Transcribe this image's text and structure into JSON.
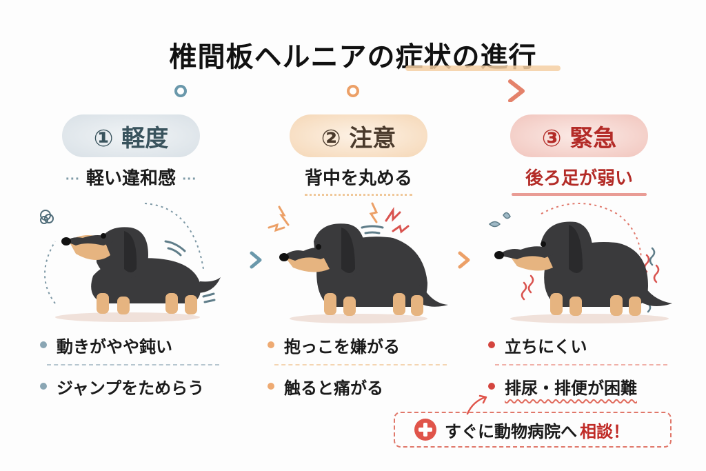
{
  "title": {
    "text": "椎間板ヘルニアの症状の進行",
    "underline_color": "#f5cfa3"
  },
  "timeline": {
    "gradient": [
      "#6a98ab",
      "#f5c99a",
      "#eca067",
      "#e4826b"
    ],
    "nodes": [
      "start",
      "middle"
    ],
    "direction": "right"
  },
  "stages": [
    {
      "number": "①",
      "label": "軽度",
      "pill_text": "① 軽度",
      "subtitle": "軽い違和感",
      "subtitle_decoration": "···",
      "accent_color": "#8aa6b4",
      "illustration": "dachshund-standing-slightly-uneasy",
      "bullets": [
        "動きがやや鈍い",
        "ジャンプをためらう"
      ]
    },
    {
      "number": "②",
      "label": "注意",
      "pill_text": "② 注意",
      "subtitle": "背中を丸める",
      "accent_color": "#eeaa72",
      "illustration": "dachshund-hunched-back-pain",
      "bullets": [
        "抱っこを嫌がる",
        "触ると痛がる"
      ]
    },
    {
      "number": "③",
      "label": "緊急",
      "pill_text": "③ 緊急",
      "subtitle": "後ろ足が弱い",
      "accent_color": "#d4453f",
      "illustration": "dachshund-trembling-weak-hind-legs",
      "bullets": [
        "立ちにくい",
        "排尿・排便が困難"
      ]
    }
  ],
  "callout": {
    "icon": "medical-cross-icon",
    "text": "すぐに動物病院へ",
    "emphasis": "相談！",
    "border_color": "#e0776a"
  }
}
